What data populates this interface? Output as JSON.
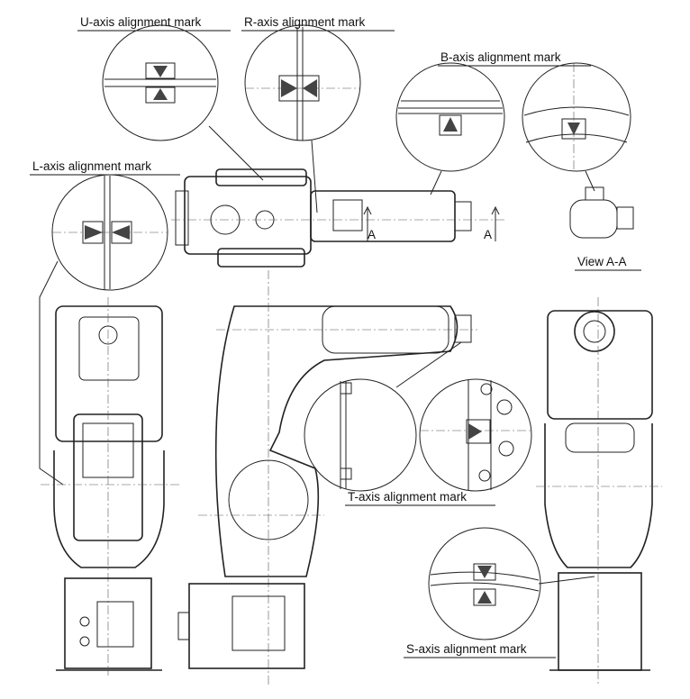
{
  "labels": {
    "u_axis": "U-axis alignment mark",
    "r_axis": "R-axis alignment mark",
    "b_axis": "B-axis alignment mark",
    "l_axis": "L-axis alignment mark",
    "t_axis": "T-axis alignment mark",
    "s_axis": "S-axis alignment mark",
    "view": "View A-A",
    "section_a1": "A",
    "section_a2": "A"
  }
}
